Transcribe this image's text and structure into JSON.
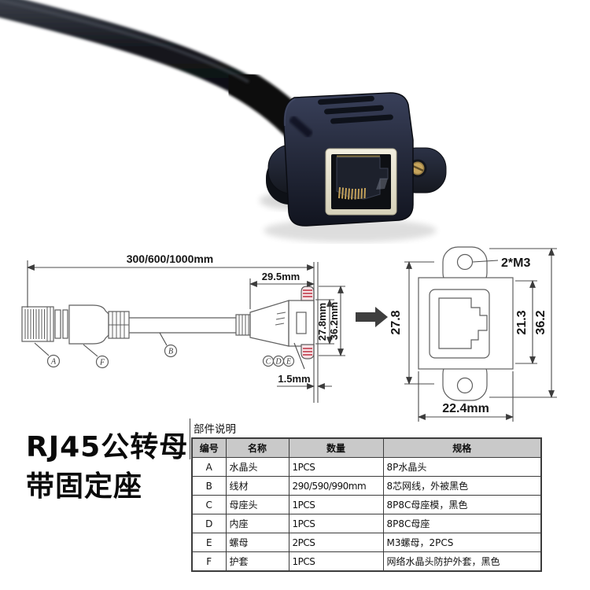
{
  "colors": {
    "connector_body": "#272c3d",
    "face_plate": "#e9e4d2",
    "brass": "#c1a058",
    "cable_black": "#0c0e13",
    "diagram_line": "#5f5f5f",
    "hatch_red": "#c23b4a",
    "table_header_bg": "#c9c9c9",
    "table_border": "#3c3c3c"
  },
  "diagram": {
    "length_label": "300/600/1000mm",
    "head_width_label": "29.5mm",
    "side_inner_height_label": "27.8mm",
    "side_outer_height_label": "36.2mm",
    "panel_thickness_label": "1.5mm",
    "part_labels": {
      "a": "A",
      "b": "B",
      "c": "C",
      "d": "D",
      "e": "E",
      "f": "F"
    },
    "front_view": {
      "screw_label": "2*M3",
      "hole_spacing_label": "27.8",
      "inner_height_label": "21.3",
      "outer_height_label": "36.2",
      "width_label": "22.4mm"
    }
  },
  "title": {
    "line1": "RJ45公转母",
    "line2": "带固定座"
  },
  "parts": {
    "caption": "部件说明",
    "headers": [
      "编号",
      "名称",
      "数量",
      "规格"
    ],
    "rows": [
      {
        "id": "A",
        "name": "水晶头",
        "qty": "1PCS",
        "spec": "8P水晶头"
      },
      {
        "id": "B",
        "name": "线材",
        "qty": "290/590/990mm",
        "spec": "8芯网线，外被黑色"
      },
      {
        "id": "C",
        "name": "母座头",
        "qty": "1PCS",
        "spec": "8P8C母座模，黑色"
      },
      {
        "id": "D",
        "name": "内座",
        "qty": "1PCS",
        "spec": "8P8C母座"
      },
      {
        "id": "E",
        "name": "螺母",
        "qty": "2PCS",
        "spec": "M3螺母，2PCS"
      },
      {
        "id": "F",
        "name": "护套",
        "qty": "1PCS",
        "spec": "网络水晶头防护外套，黑色"
      }
    ]
  }
}
